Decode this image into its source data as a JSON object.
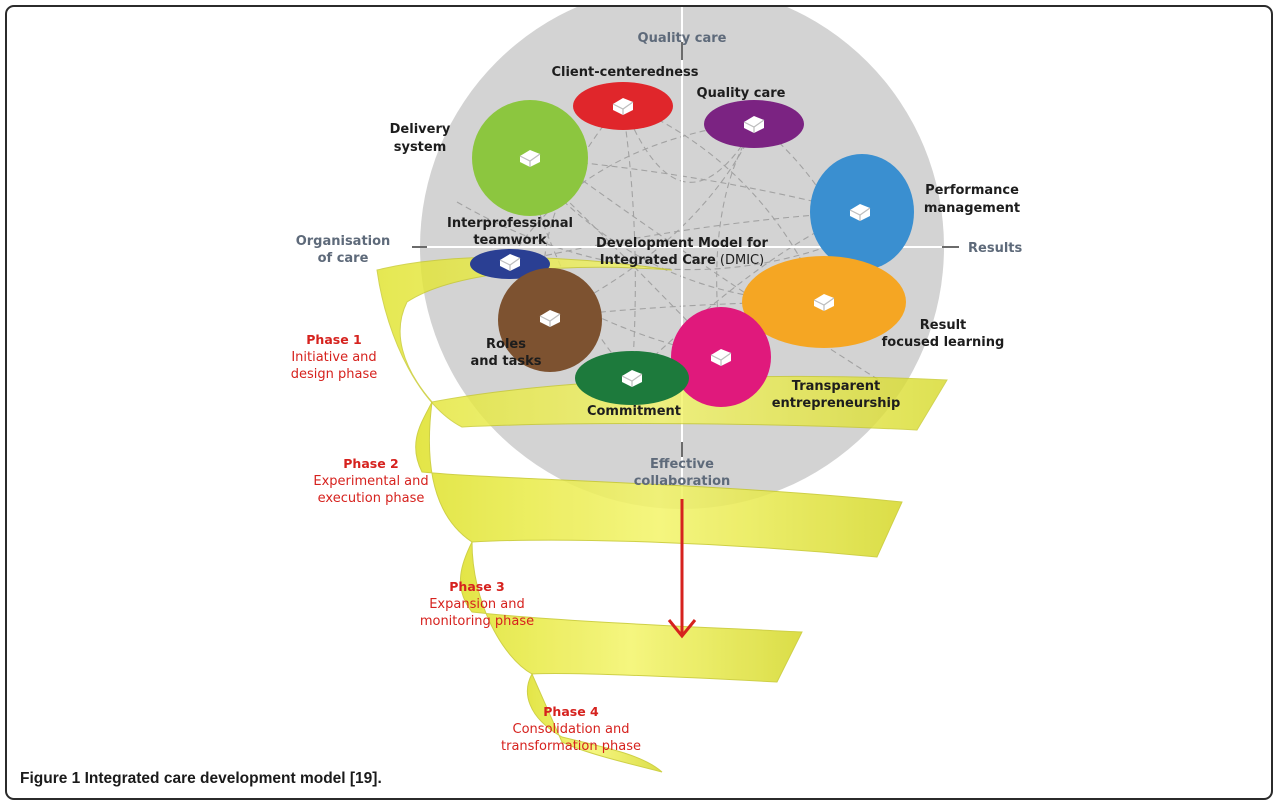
{
  "axes": {
    "top": "Quality care",
    "left_line1": "Organisation",
    "left_line2": "of care",
    "right": "Results",
    "bottom_line1": "Effective",
    "bottom_line2": "collaboration"
  },
  "center_title": {
    "line1": "Development Model for",
    "line2_bold": "Integrated Care",
    "line2_tail": " (DMIC)"
  },
  "clusters": {
    "client_centeredness": "Client-centeredness",
    "quality_care": "Quality care",
    "delivery_system_1": "Delivery",
    "delivery_system_2": "system",
    "performance_management_1": "Performance",
    "performance_management_2": "management",
    "interprofessional_1": "Interprofessional",
    "interprofessional_2": "teamwork",
    "result_learning_1": "Result",
    "result_learning_2": "focused learning",
    "roles_tasks_1": "Roles",
    "roles_tasks_2": "and tasks",
    "transparent_1": "Transparent",
    "transparent_2": "entrepreneurship",
    "commitment": "Commitment"
  },
  "phases": [
    {
      "title": "Phase 1",
      "line1": "Initiative and",
      "line2": "design phase"
    },
    {
      "title": "Phase 2",
      "line1": "Experimental and",
      "line2": "execution phase"
    },
    {
      "title": "Phase 3",
      "line1": "Expansion and",
      "line2": "monitoring phase"
    },
    {
      "title": "Phase 4",
      "line1": "Consolidation and",
      "line2": "transformation phase"
    }
  ],
  "caption": {
    "bold": "Figure 1 Integrated care development model [19].",
    "rest": ""
  },
  "colors": {
    "sphere": "#d3d3d3",
    "client_centeredness": "#e0262b",
    "quality_care": "#7b2382",
    "delivery_system": "#8cc63f",
    "performance_management": "#3a8fd0",
    "interprofessional_teamwork": "#2a3f93",
    "result_focused_learning": "#f5a623",
    "roles_and_tasks": "#7d5230",
    "transparent_entrepreneurship": "#e0197c",
    "commitment": "#1d7a3c",
    "ribbon": "#eef044",
    "arrow": "#d6221e",
    "phase_text": "#d6221e",
    "axis_text": "#5e6a7a"
  },
  "icons": [
    "box-icon"
  ]
}
